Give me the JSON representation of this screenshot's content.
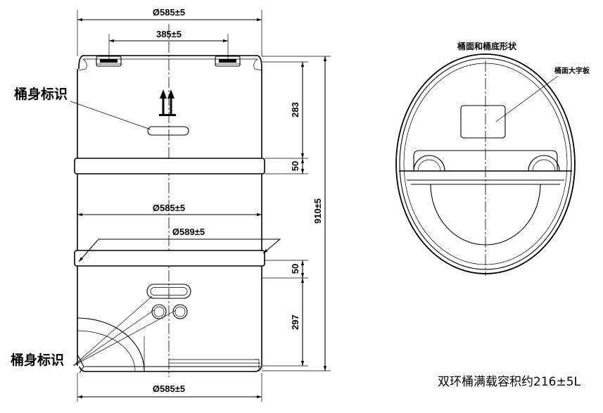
{
  "front_view": {
    "dim_top_diameter": "Ø585±5",
    "dim_bung_spacing": "385±5",
    "dim_mid_diameter": "Ø585±5",
    "dim_ring_diameter": "Ø589±5",
    "dim_bottom_diameter": "Ø585±5",
    "dim_upper_height": "283",
    "dim_ring1_height": "50",
    "dim_ring2_height": "50",
    "dim_lower_height": "297",
    "dim_total_height": "910±5",
    "label_body_mark_upper": "桶身标识",
    "label_body_mark_lower": "桶身标识"
  },
  "top_view": {
    "title": "桶面和桶底形状",
    "label_plate": "桶面大字板"
  },
  "capacity_note": "双环桶满载容积约216±5L"
}
